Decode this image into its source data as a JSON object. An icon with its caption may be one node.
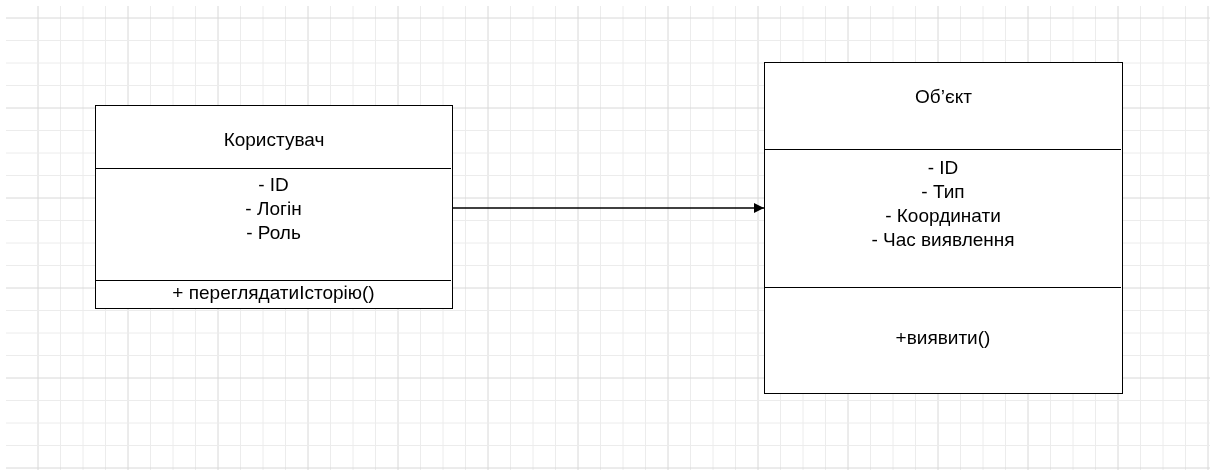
{
  "diagram": {
    "nodes": [
      {
        "text": [
          "Користувач"
        ]
      },
      {
        "text": [
          "- ID",
          "- Логін",
          "- Роль"
        ],
        "in": 0
      },
      {
        "text": [
          "+ переглядатиІсторію()"
        ],
        "in": 0
      },
      {
        "text": [
          "Об’єкт"
        ]
      },
      {
        "text": [
          "- ID",
          "- Тип",
          "- Координати",
          "- Час виявлення"
        ],
        "in": 3
      },
      {
        "text": [
          "+виявити()"
        ],
        "in": 3
      }
    ],
    "edges": [
      {
        "from": 0,
        "to": 3,
        "arrow": "to"
      }
    ]
  }
}
